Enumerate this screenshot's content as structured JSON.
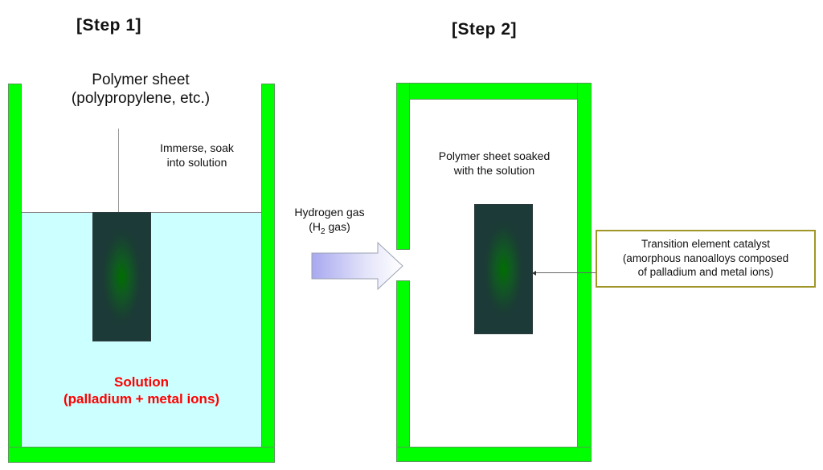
{
  "colors": {
    "wall": "#00ff00",
    "solution": "#ccffff",
    "solution_text": "#ff0000",
    "callout_border": "#a09628"
  },
  "step1": {
    "title": "[Step 1]",
    "polymer_label_line1": "Polymer sheet",
    "polymer_label_line2": "(polypropylene, etc.)",
    "immerse_line1": "Immerse, soak",
    "immerse_line2": "into solution",
    "solution_line1": "Solution",
    "solution_line2": "(palladium + metal ions)"
  },
  "arrow": {
    "label_line1": "Hydrogen gas",
    "label_line2_prefix": "(H",
    "label_line2_sub": "2",
    "label_line2_suffix": " gas)"
  },
  "step2": {
    "title": "[Step 2]",
    "sheet_label_line1": "Polymer sheet soaked",
    "sheet_label_line2": "with the solution",
    "callout_line1": "Transition element catalyst",
    "callout_line2": "(amorphous nanoalloys composed",
    "callout_line3": "of palladium and metal ions)"
  }
}
